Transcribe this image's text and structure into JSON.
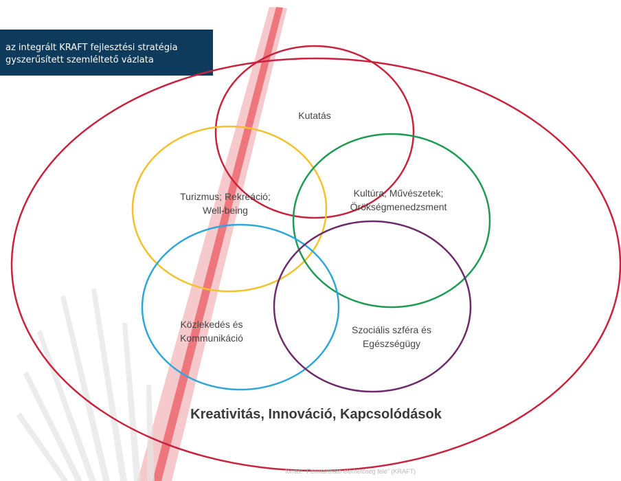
{
  "caption": {
    "line1": "az integrált KRAFT fejlesztési stratégia",
    "line2": "gyszerűsített szemléltető vázlata"
  },
  "circles": [
    {
      "id": "kutatas",
      "lines": [
        "Kutatás"
      ],
      "color": "#c8223c"
    },
    {
      "id": "turizmus",
      "lines": [
        "Turizmus; Rekreáció;",
        "Well-being"
      ],
      "color": "#f2c12e"
    },
    {
      "id": "kultura",
      "lines": [
        "Kultúra; Művészetek;",
        "Örökségmenedzsment"
      ],
      "color": "#1e9a52"
    },
    {
      "id": "kozlekedes",
      "lines": [
        "Közlekedés és",
        "Kommunikáció"
      ],
      "color": "#2ea6d9"
    },
    {
      "id": "szocialis",
      "lines": [
        "Szociális szféra és",
        "Egészségügy"
      ],
      "color": "#6c2a6b"
    }
  ],
  "outer": {
    "label": "Kreativitás, Innováció, Kapcsolódások",
    "color": "#c8223c"
  },
  "footer": {
    "source": "forrás: \"Fenntartható elérhetőség felé\" (KRAFT)"
  },
  "colors": {
    "caption_bg": "#0e3a5c",
    "decor_red": "#e8323c"
  }
}
